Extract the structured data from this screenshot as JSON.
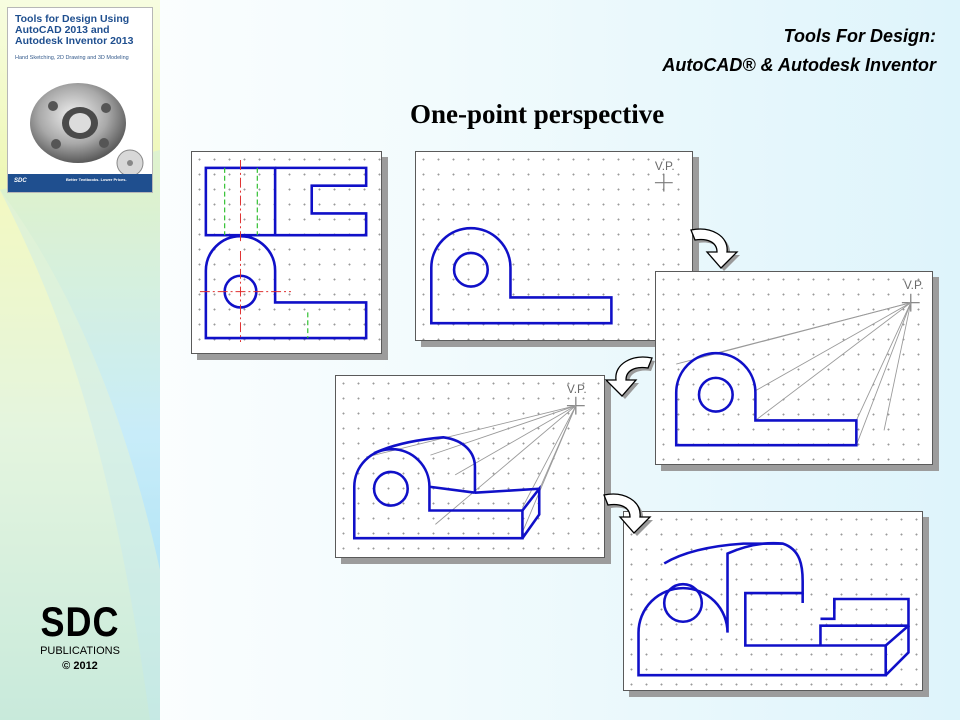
{
  "header": {
    "line1": "Tools For Design:",
    "line2": "AutoCAD® & Autodesk Inventor"
  },
  "slide": {
    "title": "One-point perspective"
  },
  "book": {
    "title_line1": "Tools for Design Using",
    "title_line2": "AutoCAD 2013 and",
    "title_line3": "Autodesk Inventor 2013",
    "subtitle": "Hand Sketching, 2D Drawing and 3D Modeling",
    "footer_logo": "SDC",
    "footer_text": "Better Textbooks. Lower Prices."
  },
  "publisher": {
    "logo": "SDC",
    "name": "PUBLICATIONS",
    "copyright": "© 2012"
  },
  "panels": {
    "vp_label": "V.P."
  },
  "colors": {
    "drawing_line": "#1010c8",
    "center_line": "#e03030",
    "hidden_line": "#30c030",
    "construction_line": "#9a9a9a"
  }
}
